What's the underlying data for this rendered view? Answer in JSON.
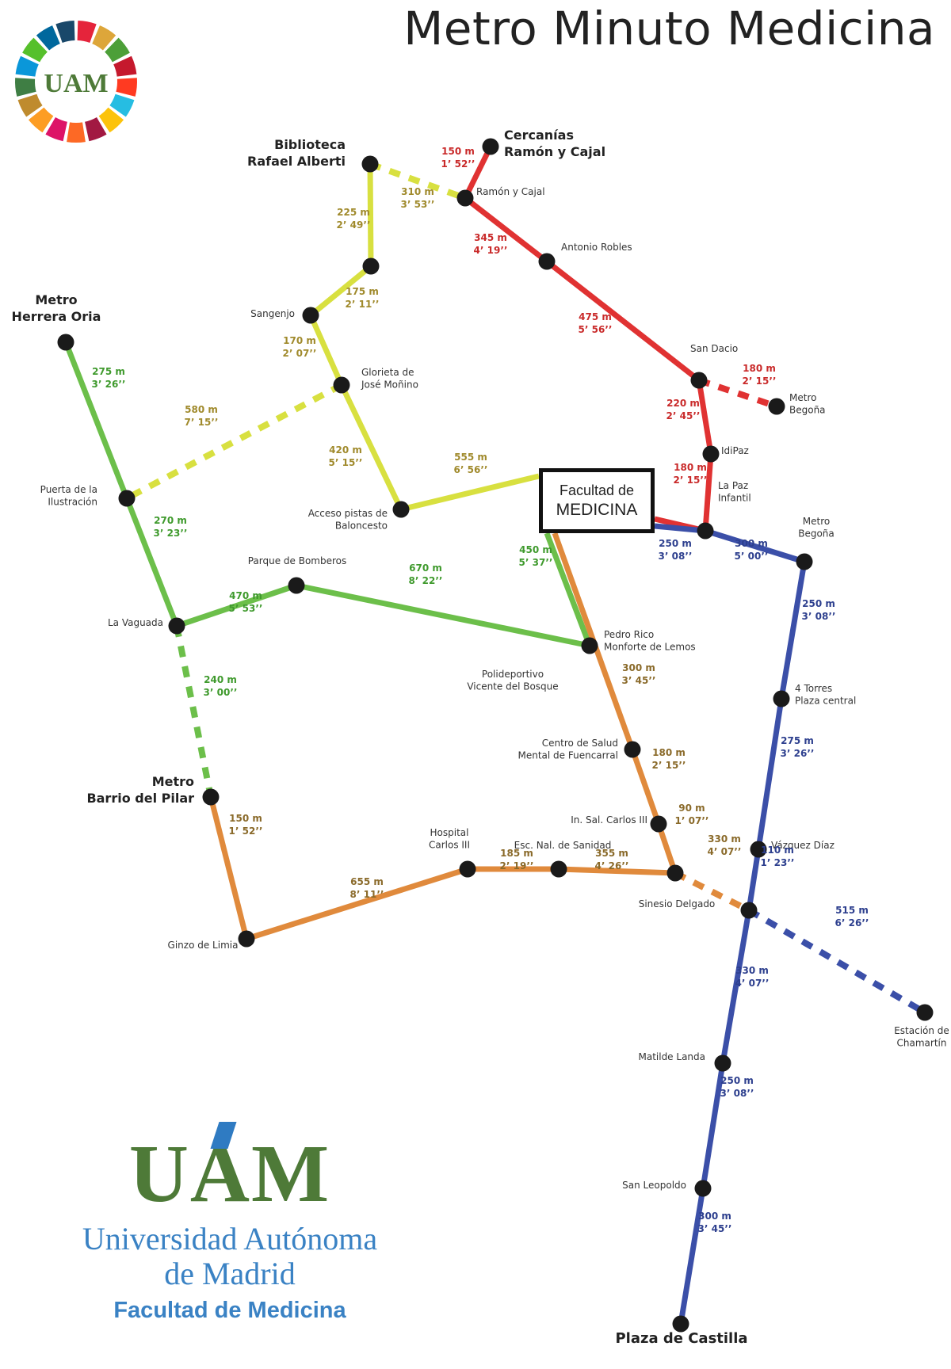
{
  "title": "Metro Minuto Medicina",
  "badge": {
    "text": "UAM"
  },
  "facultad_box": {
    "line1": "Facultad de",
    "line2": "MEDICINA"
  },
  "branding": {
    "logo": "UAM",
    "university_line1": "Universidad Autónoma",
    "university_line2": "de Madrid",
    "faculty": "Facultad de Medicina"
  },
  "colors": {
    "red": "#e03232",
    "yellow": "#d8e040",
    "green": "#6cbf4a",
    "orange": "#e08a3c",
    "blue": "#3b4fa8",
    "node": "#1a1a1a",
    "text": "#333333",
    "dist_red": "#c92a2a",
    "dist_yellow": "#a08a2c",
    "dist_green": "#3f9a2d",
    "dist_orange": "#8a6a2a",
    "dist_blue": "#2d3f8e"
  },
  "map": {
    "stations": [
      {
        "id": "biblioteca",
        "label": "Biblioteca\nRafael Alberti",
        "bold": true
      },
      {
        "id": "cercanias",
        "label": "Cercanías\nRamón y Cajal",
        "bold": true
      },
      {
        "id": "ramon",
        "label": "Ramón y Cajal"
      },
      {
        "id": "antonio",
        "label": "Antonio Robles"
      },
      {
        "id": "sandacio",
        "label": "San Dacio"
      },
      {
        "id": "metrobegona1",
        "label": "Metro\nBegoña"
      },
      {
        "id": "idipaz",
        "label": "IdiPaz"
      },
      {
        "id": "lapaz",
        "label": "La Paz\nInfantil"
      },
      {
        "id": "y2",
        "label": ""
      },
      {
        "id": "sangenjo",
        "label": "Sangenjo"
      },
      {
        "id": "glorieta",
        "label": "Glorieta de\nJosé Moñino"
      },
      {
        "id": "acceso",
        "label": "Acceso pistas de\nBaloncesto"
      },
      {
        "id": "herrera",
        "label": "Metro\nHerrera Oria",
        "bold": true
      },
      {
        "id": "puerta",
        "label": "Puerta de la\nIlustración"
      },
      {
        "id": "vaguada",
        "label": "La Vaguada"
      },
      {
        "id": "bomberos",
        "label": "Parque de Bomberos"
      },
      {
        "id": "pedrorico",
        "label": "Pedro Rico\nMonforte de Lemos"
      },
      {
        "id": "polideportivo",
        "label": "Polideportivo\nVicente del Bosque"
      },
      {
        "id": "centrosalud",
        "label": "Centro de Salud\nMental de Fuencarral"
      },
      {
        "id": "carlos3in",
        "label": "In. Sal. Carlos III"
      },
      {
        "id": "sinesio",
        "label": "Sinesio Delgado"
      },
      {
        "id": "escnal",
        "label": "Esc. Nal. de Sanidad"
      },
      {
        "id": "hospital",
        "label": "Hospital\nCarlos III"
      },
      {
        "id": "ginzo",
        "label": "Ginzo de Limia"
      },
      {
        "id": "barrio",
        "label": "Metro\nBarrio del Pilar",
        "bold": true
      },
      {
        "id": "metrobegona2",
        "label": "Metro\nBegoña"
      },
      {
        "id": "torres",
        "label": "4 Torres\nPlaza central"
      },
      {
        "id": "vazquez",
        "label": "Vázquez Díaz"
      },
      {
        "id": "junction",
        "label": ""
      },
      {
        "id": "chamartin",
        "label": "Estación de\nChamartín"
      },
      {
        "id": "matilde",
        "label": "Matilde Landa"
      },
      {
        "id": "leopoldo",
        "label": "San Leopoldo"
      },
      {
        "id": "castilla",
        "label": "Plaza de Castilla",
        "bold": true
      }
    ],
    "segments": [
      {
        "line": "red",
        "from": "cercanias",
        "to": "ramon",
        "dist": "150 m",
        "time": "1’ 52’’"
      },
      {
        "line": "red",
        "from": "ramon",
        "to": "antonio",
        "dist": "345 m",
        "time": "4’ 19’’"
      },
      {
        "line": "red",
        "from": "antonio",
        "to": "sandacio",
        "dist": "475 m",
        "time": "5’ 56’’"
      },
      {
        "line": "red",
        "from": "sandacio",
        "to": "metrobegona1",
        "dist": "180 m",
        "time": "2’ 15’’",
        "dashed": true
      },
      {
        "line": "red",
        "from": "sandacio",
        "to": "idipaz",
        "dist": "220 m",
        "time": "2’ 45’’"
      },
      {
        "line": "red",
        "from": "idipaz",
        "to": "lapaz",
        "dist": "180 m",
        "time": "2’ 15’’"
      },
      {
        "line": "red",
        "from": "lapaz",
        "to": "facultad"
      },
      {
        "line": "yellow",
        "from": "biblioteca",
        "to": "ramon",
        "dist": "310 m",
        "time": "3’ 53’’",
        "dashed": true
      },
      {
        "line": "yellow",
        "from": "biblioteca",
        "to": "y2",
        "dist": "225 m",
        "time": "2’ 49’’"
      },
      {
        "line": "yellow",
        "from": "y2",
        "to": "sangenjo",
        "dist": "175 m",
        "time": "2’ 11’’"
      },
      {
        "line": "yellow",
        "from": "sangenjo",
        "to": "glorieta",
        "dist": "170 m",
        "time": "2’ 07’’"
      },
      {
        "line": "yellow",
        "from": "glorieta",
        "to": "puerta",
        "dist": "580 m",
        "time": "7’ 15’’",
        "dashed": true
      },
      {
        "line": "yellow",
        "from": "glorieta",
        "to": "acceso",
        "dist": "420 m",
        "time": "5’ 15’’"
      },
      {
        "line": "yellow",
        "from": "acceso",
        "to": "facultad",
        "dist": "555 m",
        "time": "6’ 56’’"
      },
      {
        "line": "green",
        "from": "herrera",
        "to": "puerta",
        "dist": "275 m",
        "time": "3’ 26’’"
      },
      {
        "line": "green",
        "from": "puerta",
        "to": "vaguada",
        "dist": "270 m",
        "time": "3’ 23’’"
      },
      {
        "line": "green",
        "from": "vaguada",
        "to": "bomberos",
        "dist": "470 m",
        "time": "5’ 53’’"
      },
      {
        "line": "green",
        "from": "bomberos",
        "to": "pedrorico",
        "dist": "670 m",
        "time": "8’ 22’’"
      },
      {
        "line": "green",
        "from": "facultad",
        "to": "pedrorico",
        "dist": "450 m",
        "time": "5’ 37’’"
      },
      {
        "line": "green",
        "from": "vaguada",
        "to": "barrio",
        "dist": "240 m",
        "time": "3’ 00’’",
        "dashed": true
      },
      {
        "line": "orange",
        "from": "facultad",
        "to": "centrosalud",
        "dist": "300 m",
        "time": "3’ 45’’"
      },
      {
        "line": "orange",
        "from": "centrosalud",
        "to": "carlos3in",
        "dist": "180 m",
        "time": "2’ 15’’"
      },
      {
        "line": "orange",
        "from": "carlos3in",
        "to": "sinesio",
        "dist": "90 m",
        "time": "1’ 07’’"
      },
      {
        "line": "orange",
        "from": "sinesio",
        "to": "junction",
        "dist": "330 m",
        "time": "4’ 07’’",
        "dashed": true
      },
      {
        "line": "orange",
        "from": "sinesio",
        "to": "escnal",
        "dist": "355 m",
        "time": "4’ 26’’"
      },
      {
        "line": "orange",
        "from": "escnal",
        "to": "hospital",
        "dist": "185 m",
        "time": "2’ 19’’"
      },
      {
        "line": "orange",
        "from": "hospital",
        "to": "ginzo",
        "dist": "655 m",
        "time": "8’ 11’’"
      },
      {
        "line": "orange",
        "from": "ginzo",
        "to": "barrio",
        "dist": "150 m",
        "time": "1’ 52’’"
      },
      {
        "line": "blue",
        "from": "facultad",
        "to": "lapaz",
        "dist": "250 m",
        "time": "3’ 08’’"
      },
      {
        "line": "blue",
        "from": "lapaz",
        "to": "metrobegona2",
        "dist": "300 m",
        "time": "5’ 00’’"
      },
      {
        "line": "blue",
        "from": "metrobegona2",
        "to": "torres",
        "dist": "250 m",
        "time": "3’ 08’’"
      },
      {
        "line": "blue",
        "from": "torres",
        "to": "vazquez",
        "dist": "275 m",
        "time": "3’ 26’’"
      },
      {
        "line": "blue",
        "from": "vazquez",
        "to": "junction",
        "dist": "110 m",
        "time": "1’ 23’’"
      },
      {
        "line": "blue",
        "from": "junction",
        "to": "chamartin",
        "dist": "515 m",
        "time": "6’ 26’’",
        "dashed": true
      },
      {
        "line": "blue",
        "from": "junction",
        "to": "matilde",
        "dist": "330 m",
        "time": "4’ 07’’"
      },
      {
        "line": "blue",
        "from": "matilde",
        "to": "leopoldo",
        "dist": "250 m",
        "time": "3’ 08’’"
      },
      {
        "line": "blue",
        "from": "leopoldo",
        "to": "castilla",
        "dist": "300 m",
        "time": "3’ 45’’"
      }
    ]
  }
}
